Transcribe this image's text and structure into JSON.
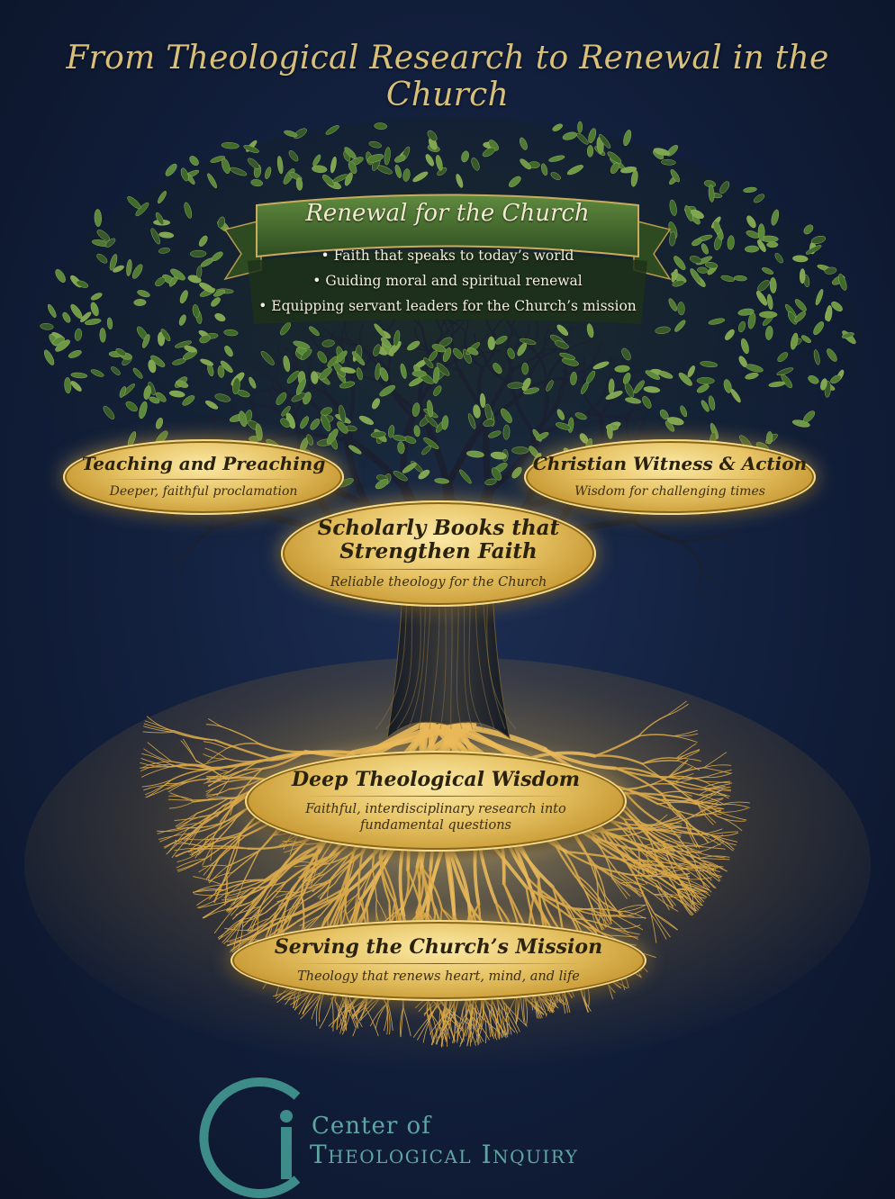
{
  "title": "From Theological Research to Renewal in the Church",
  "renewal": {
    "heading": "Renewal for the Church",
    "bullets": [
      "Faith that speaks to today’s world",
      "Guiding moral and spiritual renewal",
      "Equipping servant leaders for the Church’s mission"
    ]
  },
  "plaques": {
    "teaching": {
      "heading": "Teaching and Preaching",
      "sub": "Deeper, faithful proclamation"
    },
    "witness": {
      "heading": "Christian Witness & Action",
      "sub": "Wisdom for challenging times"
    },
    "books": {
      "heading_line1": "Scholarly Books that",
      "heading_line2": "Strengthen Faith",
      "sub": "Reliable theology for the Church"
    },
    "wisdom": {
      "heading": "Deep Theological Wisdom",
      "sub_line1": "Faithful, interdisciplinary research into",
      "sub_line2": "fundamental questions"
    },
    "mission": {
      "heading": "Serving the Church’s Mission",
      "sub": "Theology that renews heart, mind, and life"
    }
  },
  "logo": {
    "line1": "Center of",
    "line2": "Theological Inquiry"
  },
  "colors": {
    "background": "#13213f",
    "gold": "#d9c07a",
    "leaf": "#4f7a33",
    "teal": "#3e8c8a"
  }
}
